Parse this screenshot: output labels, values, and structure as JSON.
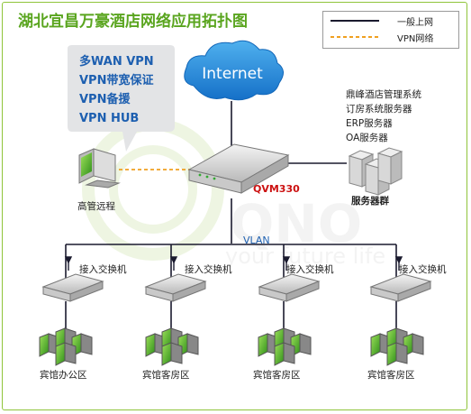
{
  "title": "湖北宜昌万豪酒店网络应用拓扑图",
  "legend": {
    "normal_label": "一般上网",
    "vpn_label": "VPN网络"
  },
  "bubble": {
    "lines": [
      "多WAN VPN",
      "VPN带宽保证",
      "VPN备援",
      "VPN HUB"
    ]
  },
  "internet": {
    "label": "Internet"
  },
  "router": {
    "label": "QVM330"
  },
  "remote": {
    "label": "高管远程"
  },
  "servers": {
    "lines": [
      "鼎峰酒店管理系统",
      "订房系统服务器",
      "ERP服务器",
      "OA服务器"
    ],
    "group_label": "服务器群"
  },
  "vlan": {
    "label": "VLAN"
  },
  "watermark": {
    "text": "your future life"
  },
  "branches": [
    {
      "switch_label": "接入交换机",
      "area_label": "宾馆办公区"
    },
    {
      "switch_label": "接入交换机",
      "area_label": "宾馆客房区"
    },
    {
      "switch_label": "接入交换机",
      "area_label": "宾馆客房区"
    },
    {
      "switch_label": "接入交换机",
      "area_label": "宾馆客房区"
    }
  ],
  "colors": {
    "title": "#5aa51f",
    "line": "#1a1a2e",
    "vpn": "#f0a020",
    "bubble_text": "#1d5fb0",
    "router_label": "#cc1111"
  }
}
